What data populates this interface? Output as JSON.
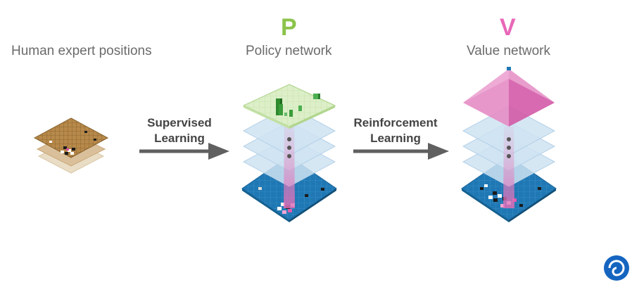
{
  "labels": {
    "human": "Human expert positions",
    "policy": "Policy network",
    "value": "Value network",
    "policy_letter": "P",
    "value_letter": "V"
  },
  "arrows": {
    "supervised_line1": "Supervised",
    "supervised_line2": "Learning",
    "reinforcement_line1": "Reinforcement",
    "reinforcement_line2": "Learning"
  },
  "colors": {
    "policy_letter": "#8bc34a",
    "value_letter": "#e967b8",
    "board_blue": "#1f78b4",
    "layer_blue": "#cfe3f2",
    "policy_green": "#dcefc8",
    "value_pink": "#e88dc4",
    "wood": "#b7894a",
    "logo_blue": "#1565c0"
  },
  "icons": {
    "logo": "deepmind-logo-icon"
  }
}
